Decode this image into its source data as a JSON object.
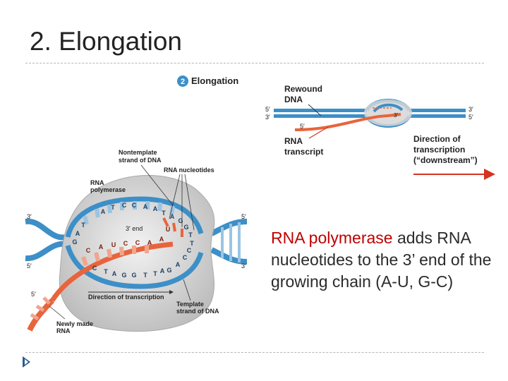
{
  "slide": {
    "title": "2. Elongation"
  },
  "figure": {
    "step_number": "2",
    "step_title": "Elongation",
    "labels": {
      "rewound_dna": [
        "Rewound",
        "DNA"
      ],
      "rna_transcript": [
        "RNA",
        "transcript"
      ],
      "direction": [
        "Direction of",
        "transcription",
        "(“downstream”)"
      ],
      "nontemplate": [
        "Nontemplate",
        "strand of DNA"
      ],
      "rna_nucleotides": "RNA nucleotides",
      "rna_polymerase": [
        "RNA",
        "polymerase"
      ],
      "three_end": "3′ end",
      "direction_bottom": "Direction of transcription",
      "template": [
        "Template",
        "strand of DNA"
      ],
      "newly_made": [
        "Newly made",
        "RNA"
      ],
      "end_5": "5′",
      "end_3": "3′"
    },
    "bases": {
      "top_strand": [
        "A",
        "T",
        "C",
        "C",
        "A",
        "A",
        "T",
        "A",
        "G",
        "G",
        "T"
      ],
      "left_turn": [
        "T",
        "A",
        "G"
      ],
      "rna_chain": [
        "C",
        "A",
        "U",
        "C",
        "C",
        "A",
        "A",
        "U"
      ],
      "bottom_strand": [
        "T",
        "A",
        "G",
        "G",
        "T",
        "T",
        "A",
        "C"
      ],
      "right_turn": [
        "U",
        "T",
        "C",
        "C",
        "A",
        "G"
      ]
    },
    "colors": {
      "dna": "#3d8fc7",
      "rna": "#e8643c",
      "blob": "#d9d9d9",
      "arrow": "#d5331f"
    }
  },
  "caption": {
    "highlight": "RNA polymerase",
    "rest": " adds RNA nucleotides to the 3’ end of the growing chain (A-U, G-C)"
  }
}
